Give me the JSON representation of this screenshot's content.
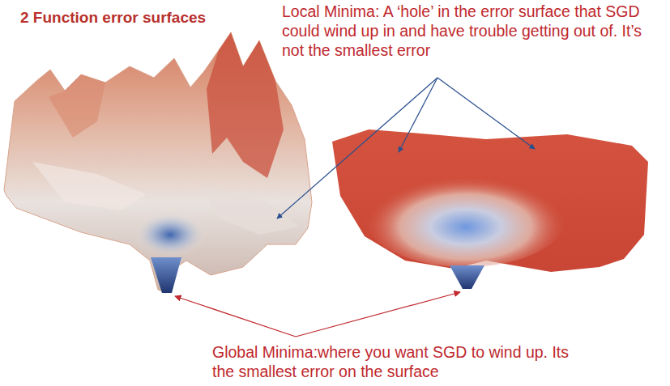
{
  "diagram": {
    "title": "2 Function error surfaces",
    "labels": [
      "Local Minima: A ‘hole’ in the error surface that SGD could wind up in and have trouble getting out of. It’s not the smallest error",
      "Global Minima:where you want SGD to wind up. Its the smallest error on the surface"
    ]
  }
}
